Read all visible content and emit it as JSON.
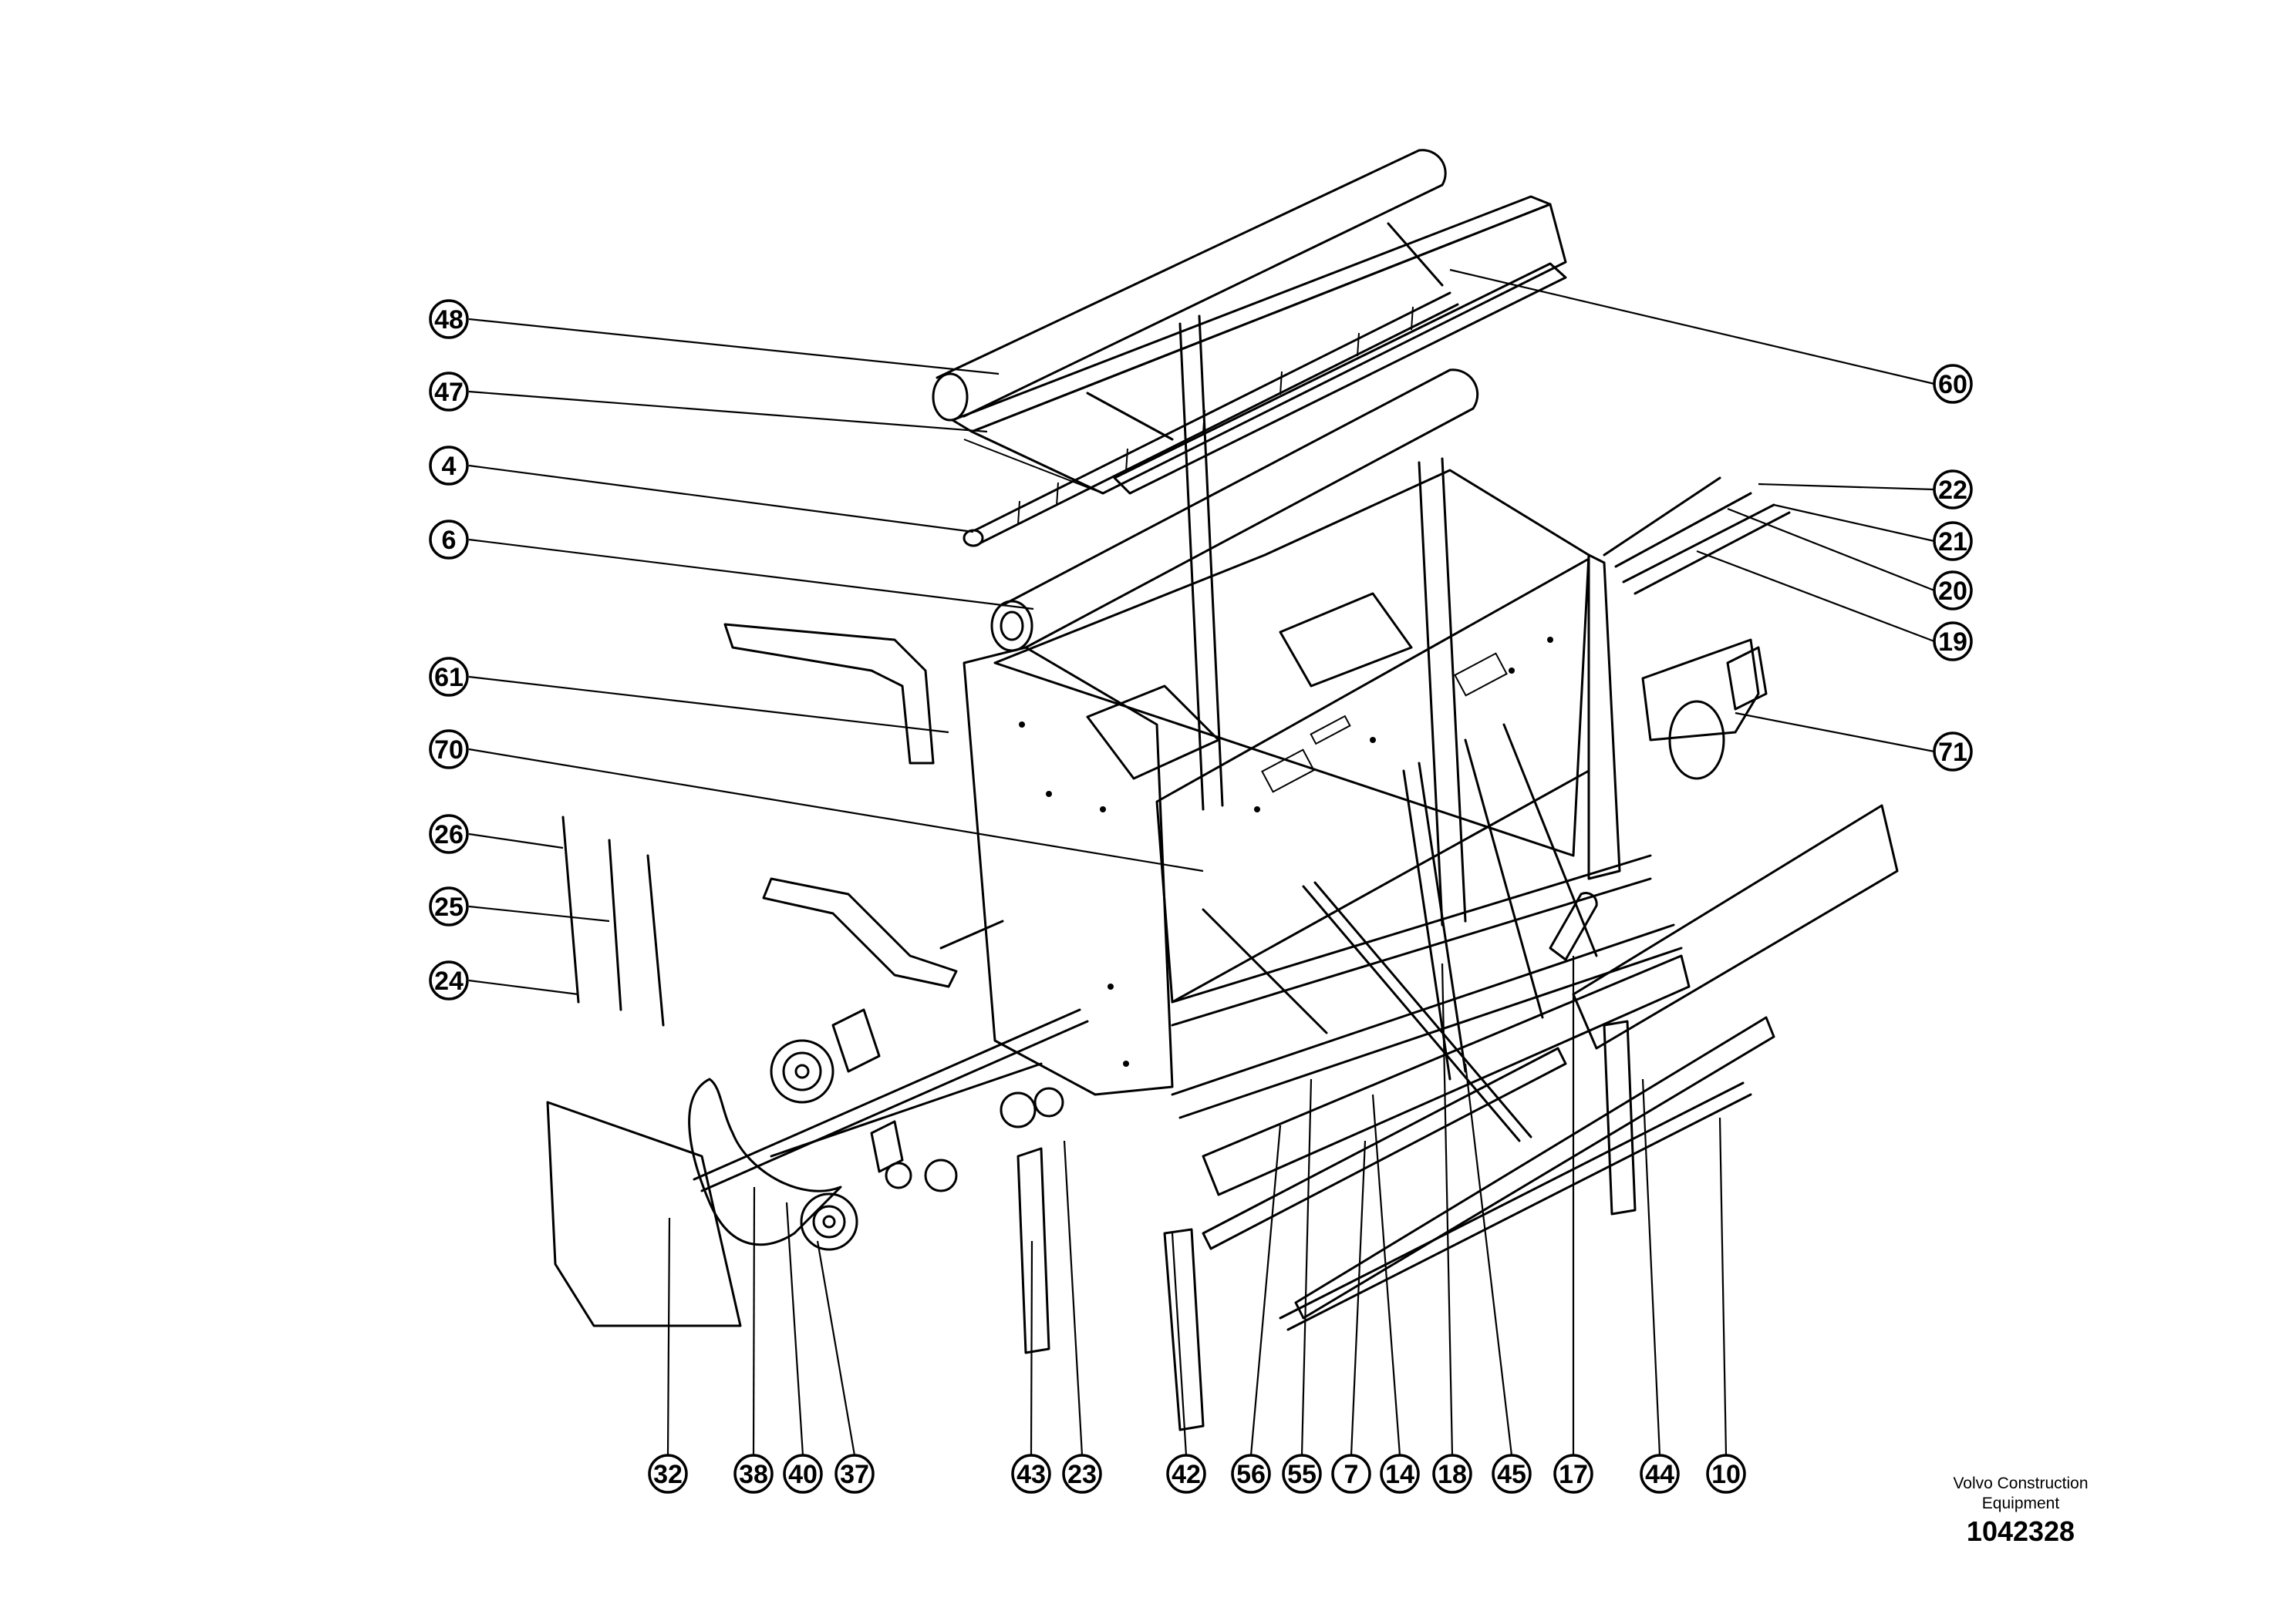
{
  "footer": {
    "maker_line1": "Volvo Construction",
    "maker_line2": "Equipment",
    "document_number": "1042328"
  },
  "callouts": {
    "c48": "48",
    "c47": "47",
    "c4": "4",
    "c6": "6",
    "c61": "61",
    "c70": "70",
    "c26": "26",
    "c25": "25",
    "c24": "24",
    "c60": "60",
    "c22": "22",
    "c21": "21",
    "c20": "20",
    "c19": "19",
    "c71": "71",
    "c32": "32",
    "c38": "38",
    "c40": "40",
    "c37": "37",
    "c43": "43",
    "c23": "23",
    "c42": "42",
    "c56": "56",
    "c55": "55",
    "c7": "7",
    "c14": "14",
    "c18": "18",
    "c45": "45",
    "c17": "17",
    "c44": "44",
    "c10": "10"
  }
}
